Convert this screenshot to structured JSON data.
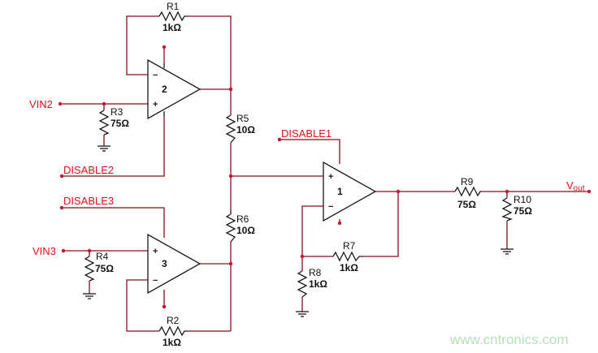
{
  "nets": {
    "vin2": "VIN2",
    "vin3": "VIN3",
    "disable1": "DISABLE1",
    "disable2": "DISABLE2",
    "disable3": "DISABLE3",
    "vout_main": "V",
    "vout_sub": "out"
  },
  "opamps": [
    {
      "id": "U2",
      "number": "2"
    },
    {
      "id": "U3",
      "number": "3"
    },
    {
      "id": "U1",
      "number": "1"
    }
  ],
  "resistors": [
    {
      "ref": "R1",
      "value": "1kΩ"
    },
    {
      "ref": "R2",
      "value": "1kΩ"
    },
    {
      "ref": "R3",
      "value": "75Ω"
    },
    {
      "ref": "R4",
      "value": "75Ω"
    },
    {
      "ref": "R5",
      "value": "10Ω"
    },
    {
      "ref": "R6",
      "value": "10Ω"
    },
    {
      "ref": "R7",
      "value": "1kΩ"
    },
    {
      "ref": "R8",
      "value": "1kΩ"
    },
    {
      "ref": "R9",
      "value": "75Ω"
    },
    {
      "ref": "R10",
      "value": "75Ω"
    }
  ],
  "pin_symbols": {
    "minus": "−",
    "plus": "+"
  },
  "watermark": "www.cntronics.com",
  "colors": {
    "wire": "#8b0f17",
    "net_label": "#e0101a",
    "component": "#1a1a1a",
    "watermark": "#b8e0b8"
  }
}
